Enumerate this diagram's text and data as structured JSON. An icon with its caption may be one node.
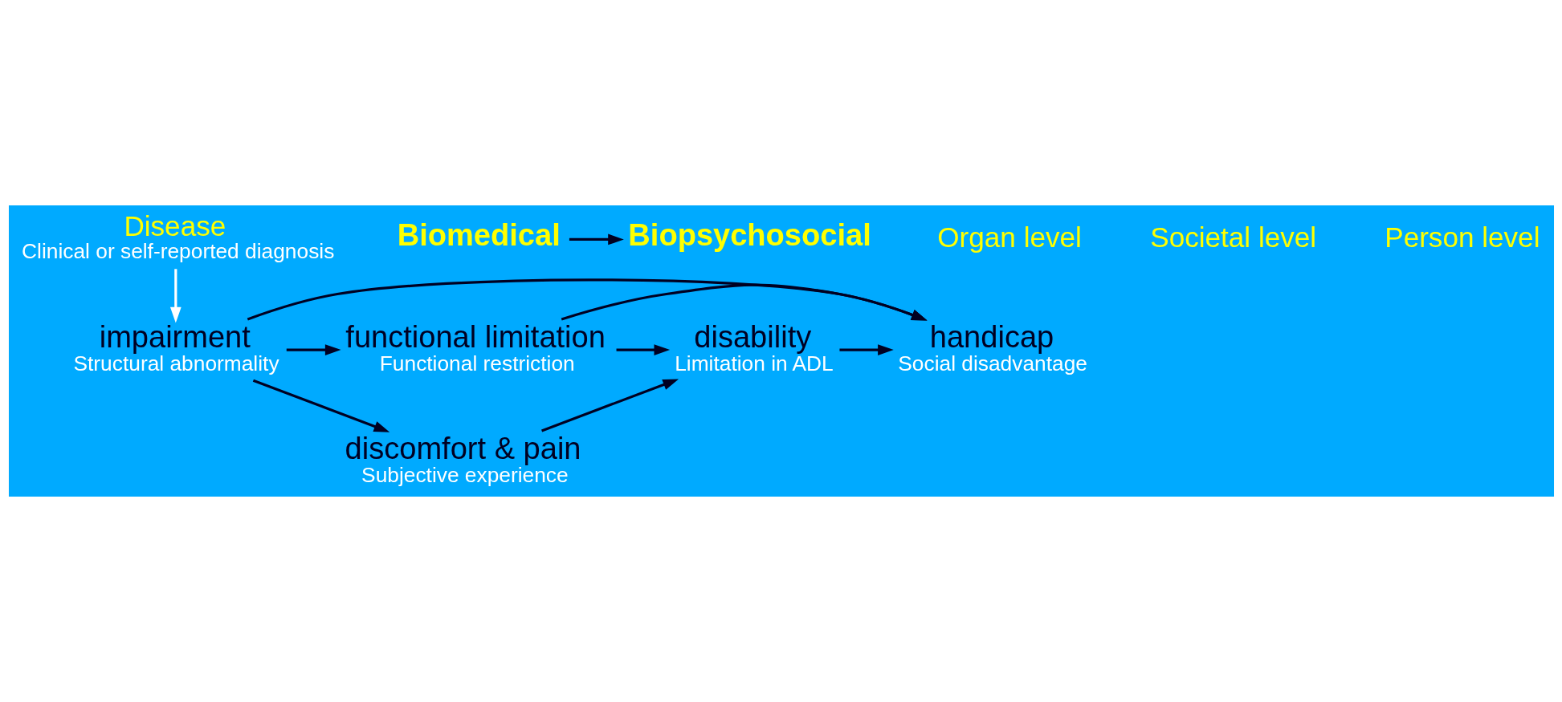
{
  "diagram": {
    "nodes": [
      {
        "text": [
          "Disease",
          "Clinical or self-reported diagnosis"
        ]
      },
      {
        "text": [
          "Biomedical"
        ]
      },
      {
        "text": [
          "Biopsychosocial"
        ]
      },
      {
        "text": [
          "impairment",
          "Structural abnormality"
        ]
      },
      {
        "text": [
          "functional limitation",
          "Functional restriction"
        ]
      },
      {
        "text": [
          "disability",
          "Limitation in ADL"
        ]
      },
      {
        "text": [
          "handicap",
          "Social disadvantage"
        ]
      },
      {
        "text": [
          "discomfort & pain",
          "Subjective experience"
        ]
      }
    ],
    "edges": [
      {
        "from": 0,
        "to": 3,
        "arrow": "to",
        "color": "#ffffff"
      },
      {
        "from": 1,
        "to": 2,
        "arrow": "to"
      },
      {
        "from": 3,
        "to": 4,
        "arrow": "to"
      },
      {
        "from": 4,
        "to": 5,
        "arrow": "to"
      },
      {
        "from": 5,
        "to": 6,
        "arrow": "to"
      },
      {
        "from": 3,
        "to": 7,
        "arrow": "to"
      },
      {
        "from": 7,
        "to": 5,
        "arrow": "to"
      },
      {
        "from": 4,
        "to": 6,
        "arrow": "to"
      },
      {
        "from": 3,
        "to": 6,
        "arrow": "to"
      }
    ],
    "labels": [
      "Organ level",
      "Societal level",
      "Person level"
    ]
  }
}
